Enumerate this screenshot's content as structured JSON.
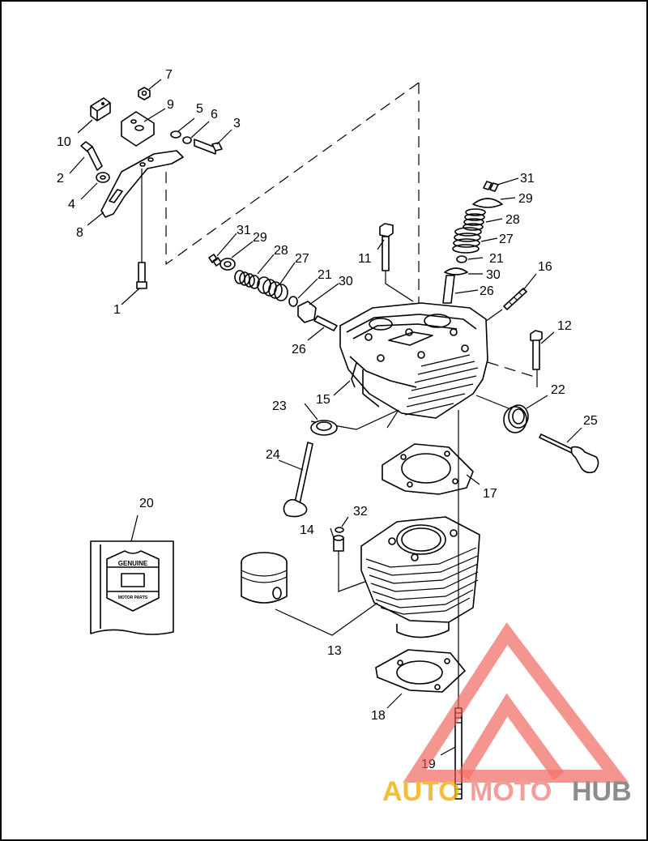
{
  "diagram": {
    "callouts": [
      "1",
      "2",
      "3",
      "4",
      "5",
      "6",
      "7",
      "8",
      "9",
      "10",
      "11",
      "12",
      "13",
      "14",
      "15",
      "16",
      "17",
      "18",
      "19",
      "20",
      "21",
      "21",
      "22",
      "23",
      "24",
      "25",
      "26",
      "26",
      "27",
      "27",
      "28",
      "28",
      "29",
      "29",
      "30",
      "30",
      "31",
      "31",
      "32"
    ],
    "kit_box": {
      "badge_top": "GENUINE",
      "badge_bottom": "MOTOR PARTS"
    }
  },
  "watermark": {
    "brand_part1": "AUTO",
    "brand_part2": "MOTO",
    "brand_part3": "HUB",
    "colors": {
      "auto": "#f2b21a",
      "moto": "#f08f88",
      "hub": "#7a7a7a",
      "triangle": "#f05a50"
    }
  }
}
